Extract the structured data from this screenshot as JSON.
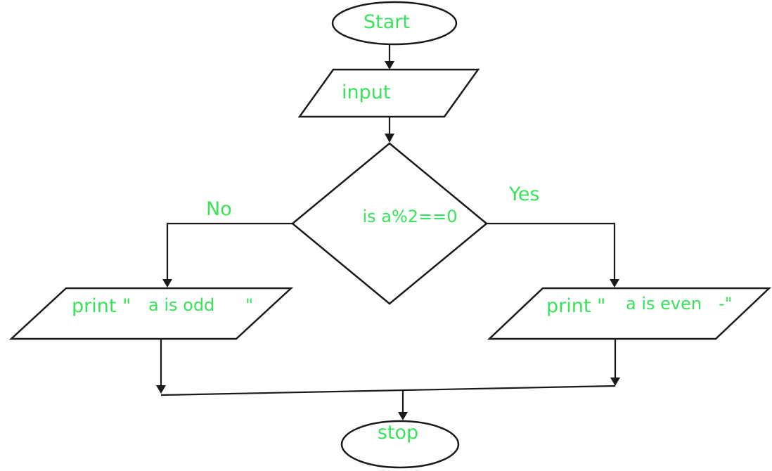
{
  "colors": {
    "label_text": "#39e25a",
    "stroke": "#1a1a1a",
    "background": "#ffffff"
  },
  "nodes": {
    "start": "Start",
    "input": "input",
    "decision": "is a%2==0",
    "odd_print_prefix": "print \"",
    "odd_print_text": "a is odd",
    "odd_print_suffix": "\"",
    "even_print_prefix": "print \"",
    "even_print_text": "a is even",
    "even_print_suffix": "-\"",
    "stop": "stop"
  },
  "edges": {
    "no_label": "No",
    "yes_label": "Yes"
  }
}
